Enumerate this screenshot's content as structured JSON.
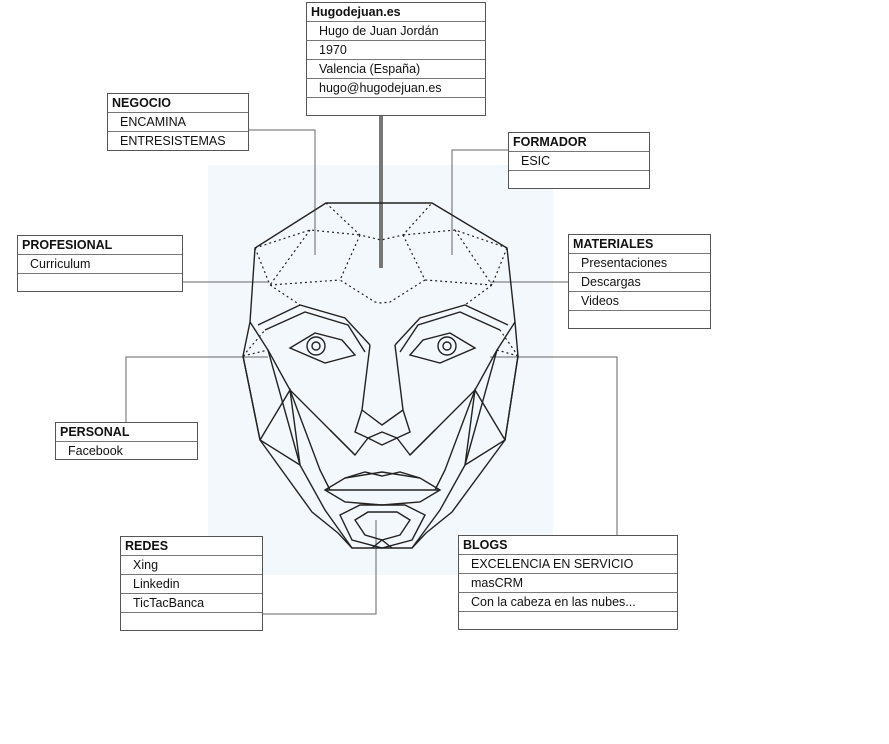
{
  "site": {
    "title": "Hugodejuan.es",
    "rows": [
      "Hugo de Juan Jordán",
      "1970",
      "Valencia (España)",
      "hugo@hugodejuan.es"
    ]
  },
  "negocio": {
    "title": "NEGOCIO",
    "items": [
      "ENCAMINA",
      "ENTRESISTEMAS"
    ]
  },
  "formador": {
    "title": "FORMADOR",
    "items": [
      "ESIC"
    ]
  },
  "profesional": {
    "title": "PROFESIONAL",
    "items": [
      "Curriculum"
    ]
  },
  "materiales": {
    "title": "MATERIALES",
    "items": [
      "Presentaciones",
      "Descargas",
      "Videos"
    ]
  },
  "personal": {
    "title": "PERSONAL",
    "items": [
      "Facebook"
    ]
  },
  "redes": {
    "title": "REDES",
    "items": [
      "Xing",
      "Linkedin",
      "TicTacBanca"
    ]
  },
  "blogs": {
    "title": "BLOGS",
    "items": [
      "EXCELENCIA EN SERVICIO",
      "masCRM",
      "Con la cabeza en las nubes..."
    ]
  },
  "colors": {
    "line": "#222222",
    "connector": "#666666",
    "stem": "#777777",
    "shade": "#eaf3fb"
  }
}
